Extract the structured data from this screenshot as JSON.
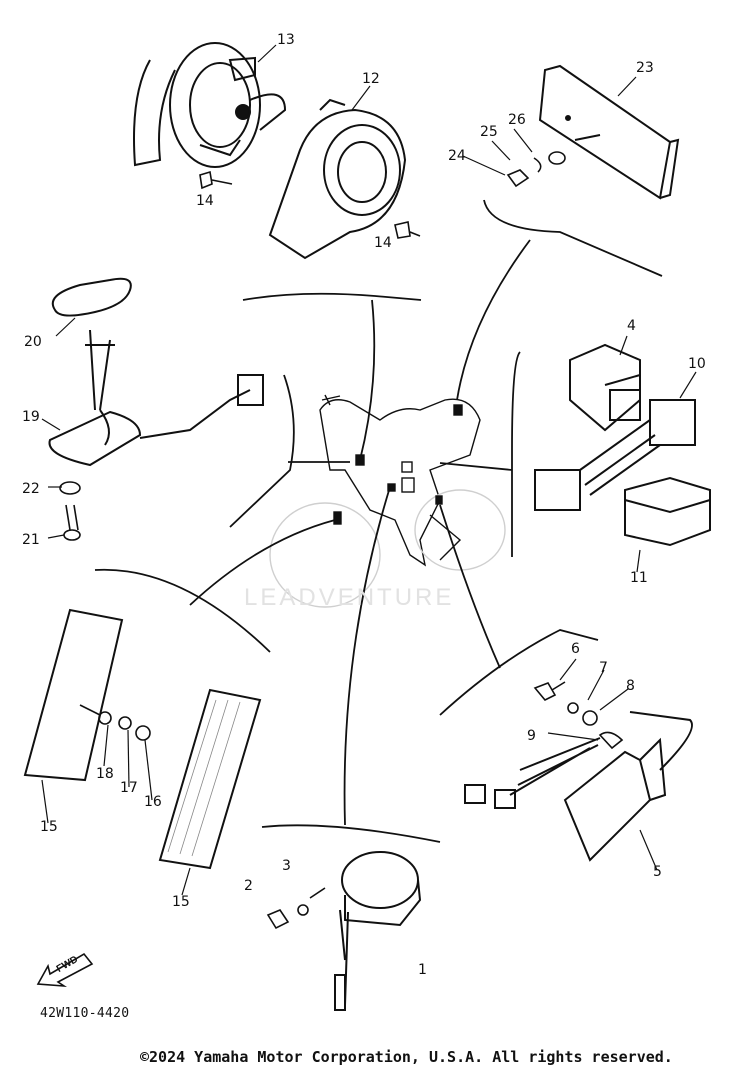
{
  "diagram": {
    "callouts": [
      "1",
      "2",
      "3",
      "4",
      "5",
      "6",
      "7",
      "8",
      "9",
      "10",
      "11",
      "12",
      "13",
      "14",
      "15",
      "16",
      "17",
      "18",
      "19",
      "20",
      "21",
      "22",
      "23",
      "24",
      "25",
      "26"
    ],
    "watermark": "LEADVENTURE",
    "fwd_label": "FWD",
    "part_code": "42W110-4420",
    "copyright": "©2024 Yamaha Motor Corporation, U.S.A. All rights reserved."
  }
}
